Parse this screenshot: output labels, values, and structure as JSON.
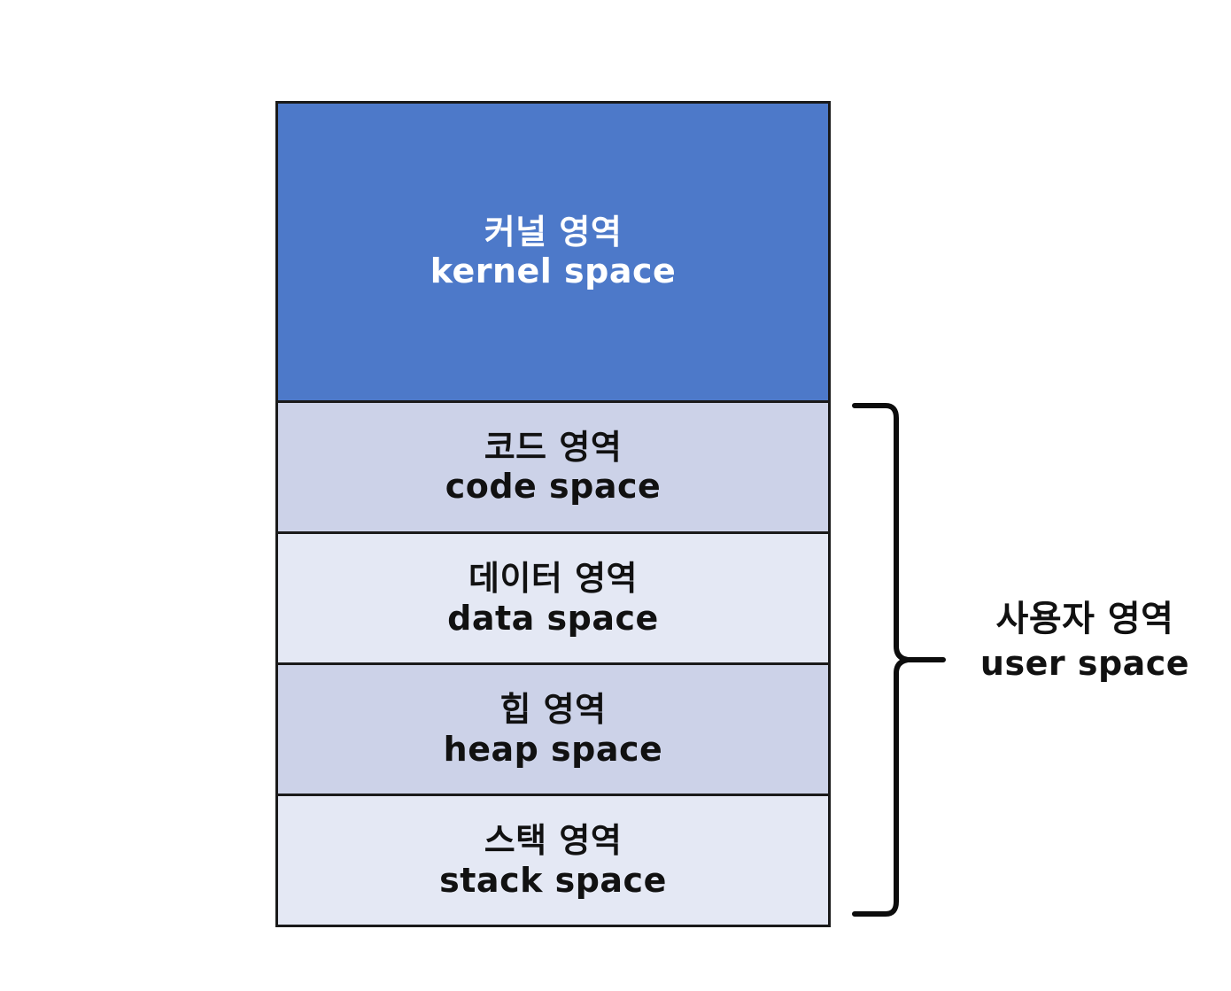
{
  "diagram": {
    "title_ko": "",
    "background_color": "#ffffff",
    "border_color": "#1a1a1a",
    "memory_box": {
      "bands": [
        {
          "id": "kernel-space",
          "label_ko": "커널 영역",
          "label_en": "kernel space",
          "fill_color": "#4d79c9",
          "text_color": "#ffffff"
        },
        {
          "id": "code-space",
          "label_ko": "코드 영역",
          "label_en": "code space",
          "fill_color": "#ccd2e8",
          "text_color": "#111111"
        },
        {
          "id": "data-space",
          "label_ko": "데이터 영역",
          "label_en": "data space",
          "fill_color": "#e4e8f4",
          "text_color": "#111111"
        },
        {
          "id": "heap-space",
          "label_ko": "힙 영역",
          "label_en": "heap space",
          "fill_color": "#ccd2e8",
          "text_color": "#111111"
        },
        {
          "id": "stack-space",
          "label_ko": "스택 영역",
          "label_en": "stack space",
          "fill_color": "#e4e8f4",
          "text_color": "#111111"
        }
      ]
    },
    "annotation": {
      "id": "user-space",
      "brace_icon": "curly-brace-right-icon",
      "label_ko": "사용자 영역",
      "label_en": "user space",
      "text_color": "#111111",
      "covers": [
        "code-space",
        "data-space",
        "heap-space",
        "stack-space"
      ]
    }
  }
}
